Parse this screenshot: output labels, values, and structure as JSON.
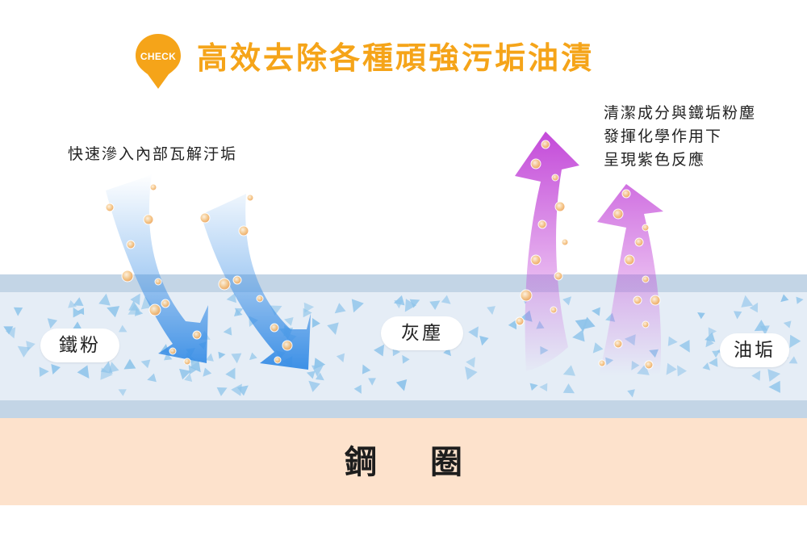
{
  "header": {
    "badge_label": "CHECK",
    "title": "高效去除各種頑強污垢油漬"
  },
  "notes": {
    "left": "快速滲入內部瓦解汙垢",
    "right_lines": [
      "清潔成分與鐵垢粉塵",
      "發揮化學作用下",
      "呈現紫色反應"
    ]
  },
  "layers": {
    "iron_powder": "鐵粉",
    "dust": "灰塵",
    "grease": "油垢",
    "steel_ring": "鋼 圈"
  },
  "colors": {
    "title": "#f5a419",
    "band": "#c3d5e6",
    "dirt_layer": "#e5edf6",
    "steel_layer": "#fde2cc",
    "blue_arrow": "#3b8fe6",
    "purple_arrow": "#c44bd9",
    "particle": "#f3b56a",
    "shard": "#8ec4ea"
  },
  "icons": {
    "badge": "location-pin-icon",
    "down_arrows": "curved-arrow-down-icon",
    "up_arrows": "curved-arrow-up-icon"
  }
}
